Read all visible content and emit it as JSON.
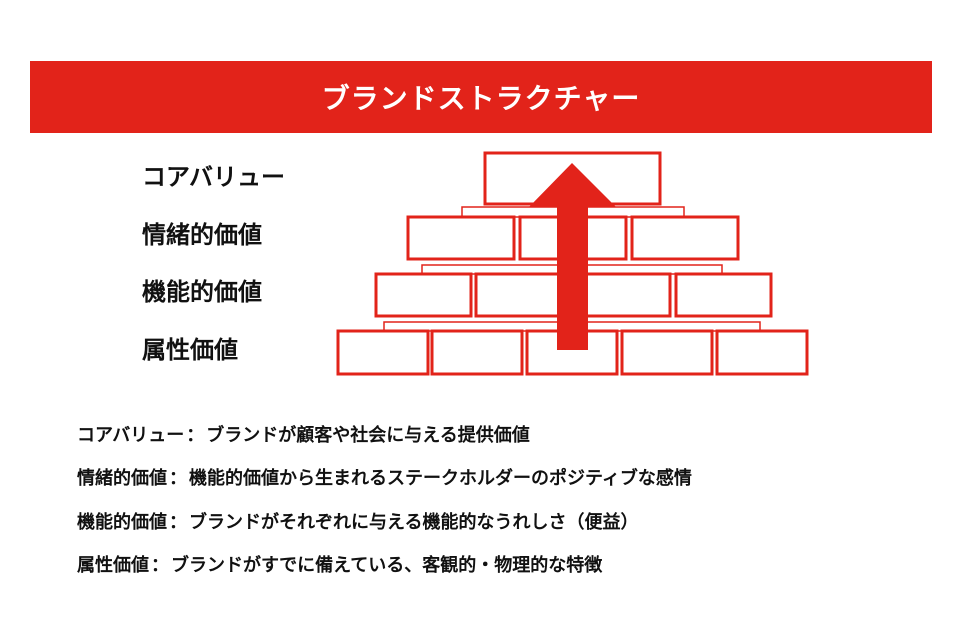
{
  "banner": {
    "title": "ブランドストラクチャー"
  },
  "colors": {
    "brand_red": "#e2231a",
    "text": "#111111",
    "background": "#ffffff"
  },
  "pyramid": {
    "levels": [
      {
        "label": "コアバリュー",
        "blocks": 1
      },
      {
        "label": "情緒的価値",
        "blocks": 3
      },
      {
        "label": "機能的価値",
        "blocks": 3
      },
      {
        "label": "属性価値",
        "blocks": 5
      }
    ],
    "arrow_icon": "up-arrow-icon"
  },
  "definitions": [
    {
      "term": "コアバリュー",
      "separator": "：",
      "description": "ブランドが顧客や社会に与える提供価値"
    },
    {
      "term": "情緒的価値",
      "separator": "：",
      "description": "機能的価値から生まれるステークホルダーのポジティブな感情"
    },
    {
      "term": "機能的価値",
      "separator": "：",
      "description": "ブランドがそれぞれに与える機能的なうれしさ（便益）"
    },
    {
      "term": "属性価値",
      "separator": "：",
      "description": "ブランドがすでに備えている、客観的・物理的な特徴"
    }
  ]
}
